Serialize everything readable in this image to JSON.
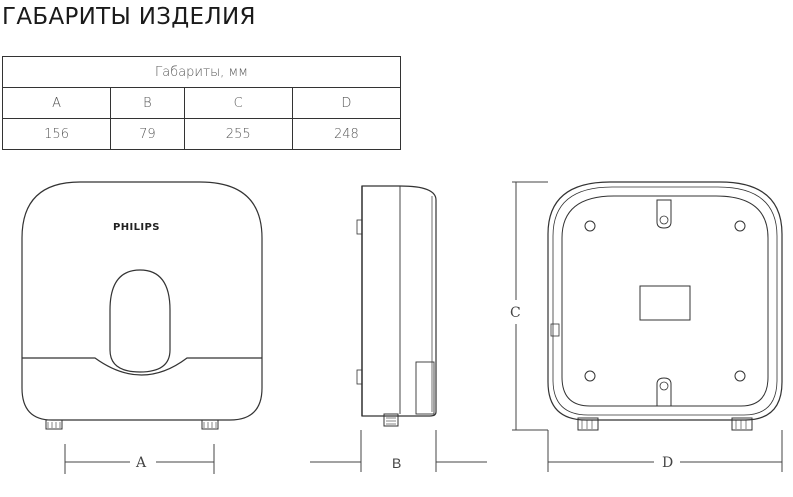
{
  "title": "ГАБАРИТЫ ИЗДЕЛИЯ",
  "table": {
    "header": "Габариты, мм",
    "columns": [
      "A",
      "B",
      "C",
      "D"
    ],
    "values": [
      "156",
      "79",
      "255",
      "248"
    ]
  },
  "drawings": {
    "front": {
      "brand": "PHILIPS",
      "dimension_label": "A"
    },
    "side": {
      "dimension_label": "B"
    },
    "back": {
      "height_label": "C",
      "width_label": "D"
    }
  }
}
